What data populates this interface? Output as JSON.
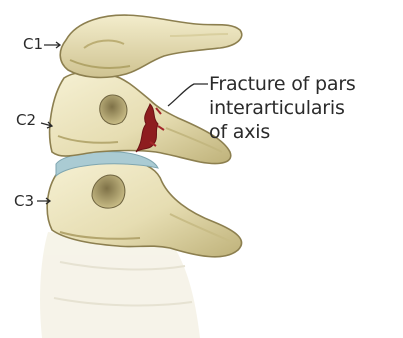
{
  "labels": {
    "c1": "C1",
    "c2": "C2",
    "c3": "C3"
  },
  "annotation": {
    "lines": [
      "Fracture of pars",
      "interarticularis",
      "of axis"
    ]
  },
  "colors": {
    "bone_light": "#f1ebc6",
    "bone_mid": "#dcd2a2",
    "bone_shadow": "#a89a62",
    "fracture": "#8e1d1f",
    "disc": "#aacbd3",
    "text": "#2a2a2a"
  }
}
